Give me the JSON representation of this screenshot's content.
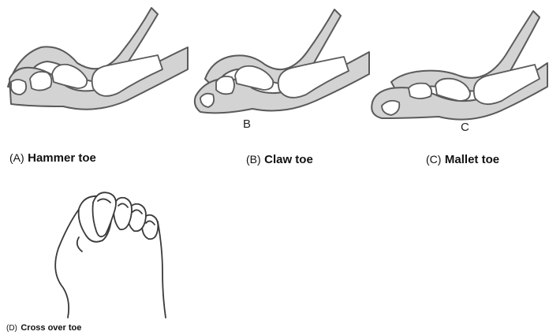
{
  "panels": [
    {
      "prefix": "(A)",
      "name": "Hammer toe",
      "letter": ""
    },
    {
      "prefix": "(B)",
      "name": "Claw toe",
      "letter": "B"
    },
    {
      "prefix": "(C)",
      "name": "Mallet toe",
      "letter": "C"
    },
    {
      "prefix": "(D)",
      "name": "Cross over toe",
      "letter": ""
    }
  ],
  "colors": {
    "outline": "#5a5a5a",
    "tissue": "#d3d3d3",
    "bone": "#ffffff"
  }
}
